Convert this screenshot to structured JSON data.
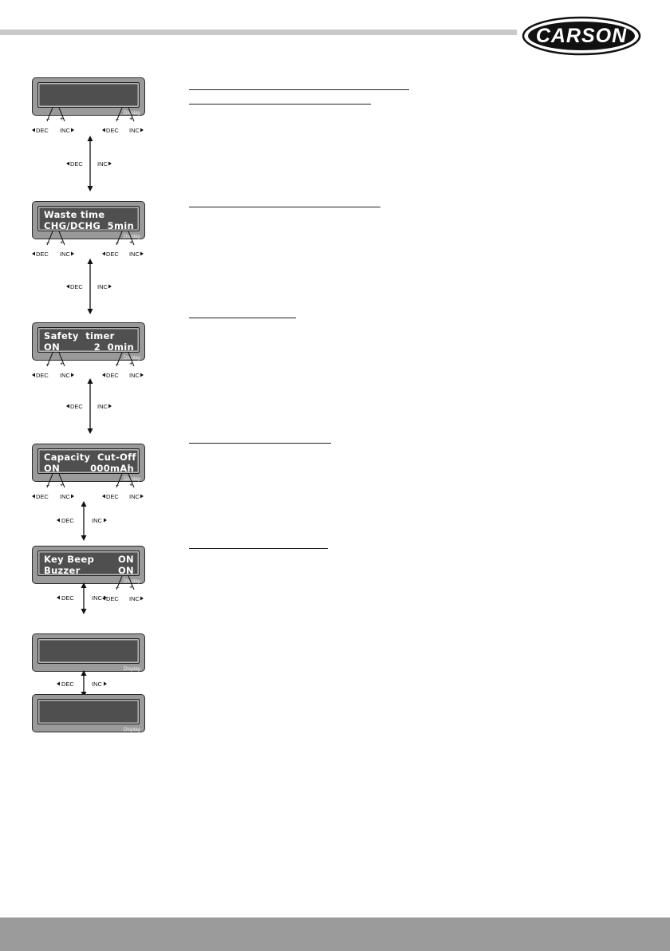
{
  "brand": {
    "logo_text": "CARSON"
  },
  "labels": {
    "dec": "DEC",
    "inc": "INC",
    "minus": "–",
    "plus": "+",
    "display": "Display"
  },
  "displays": [
    {
      "id": "blank-1",
      "line1": "",
      "line1_right": "",
      "line2": "",
      "line2_right": ""
    },
    {
      "id": "waste-time",
      "line1": "Waste time",
      "line1_right": "",
      "line2": "CHG/DCHG",
      "line2_right": "5min"
    },
    {
      "id": "safety-timer",
      "line1": "Safety  timer",
      "line1_right": "",
      "line2": "ON",
      "line2_right": "2  0min"
    },
    {
      "id": "capacity-cut-off",
      "line1": "Capacity  Cut-Off",
      "line1_right": "",
      "line2": "ON",
      "line2_right": "000mAh"
    },
    {
      "id": "key-beep",
      "line1": "Key Beep",
      "line1_right": "ON",
      "line2": "Buzzer",
      "line2_right": "ON"
    },
    {
      "id": "blank-2",
      "line1": "",
      "line1_right": "",
      "line2": "",
      "line2_right": ""
    },
    {
      "id": "blank-3",
      "line1": "",
      "line1_right": "",
      "line2": "",
      "line2_right": ""
    }
  ]
}
